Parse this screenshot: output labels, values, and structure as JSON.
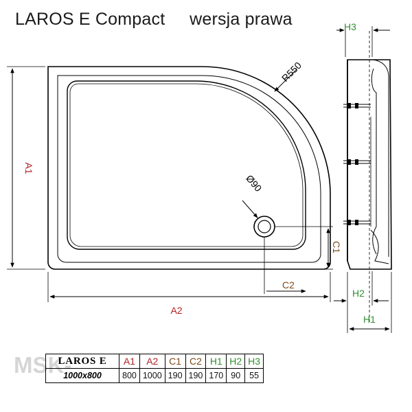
{
  "title": "LAROS E Compact     wersja prawa",
  "watermark": "MSK-",
  "dimensions": {
    "A1": "A1",
    "A2": "A2",
    "C1": "C1",
    "C2": "C2",
    "H1": "H1",
    "H2": "H2",
    "H3": "H3",
    "radius": "R550",
    "drain": "Ø90"
  },
  "colors": {
    "A": "#b32025",
    "C": "#7a4a1a",
    "H": "#2f8f2f"
  },
  "table": {
    "model": "LAROS E",
    "size": "1000x800",
    "headers": [
      "A1",
      "A2",
      "C1",
      "C2",
      "H1",
      "H2",
      "H3"
    ],
    "values": [
      "800",
      "1000",
      "190",
      "190",
      "170",
      "90",
      "55"
    ]
  }
}
